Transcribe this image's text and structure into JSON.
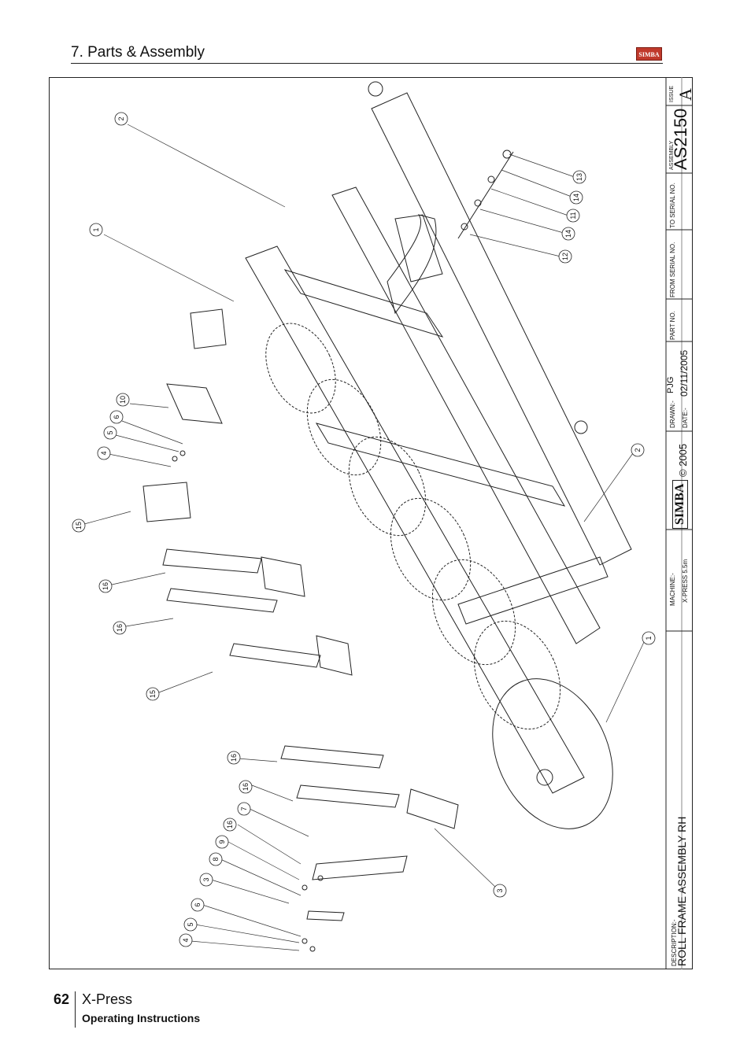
{
  "header": {
    "section_title": "7. Parts & Assembly",
    "logo_text": "SIMBA"
  },
  "title_block": {
    "issue_label": "ISSUE",
    "issue_value": "A",
    "assembly_label": "ASSEMBLY",
    "assembly_no": "AS2150",
    "to_serial_label": "TO SERIAL NO.",
    "from_serial_label": "FROM SERIAL NO.",
    "part_no_label": "PART NO.",
    "drawn_label": "DRAWN:-",
    "drawn_value": "PJG",
    "date_label": "DATE:-",
    "date_value": "02/11/2005",
    "copyright": "© 2005",
    "logo_text": "SIMBA",
    "machine_label": "MACHINE:-",
    "machine_value": "X-PRESS 5.5m",
    "description_label": "DESCRIPTION:-",
    "description_value": "ROLL FRAME ASSEMBLY RH"
  },
  "callouts": [
    "2",
    "1",
    "10",
    "6",
    "5",
    "4",
    "15",
    "16",
    "16",
    "15",
    "16",
    "16",
    "7",
    "16",
    "9",
    "8",
    "3",
    "6",
    "5",
    "4",
    "3",
    "1",
    "2",
    "12",
    "14",
    "11",
    "14",
    "13"
  ],
  "footer": {
    "page_number": "62",
    "product": "X-Press",
    "subtitle": "Operating Instructions"
  }
}
